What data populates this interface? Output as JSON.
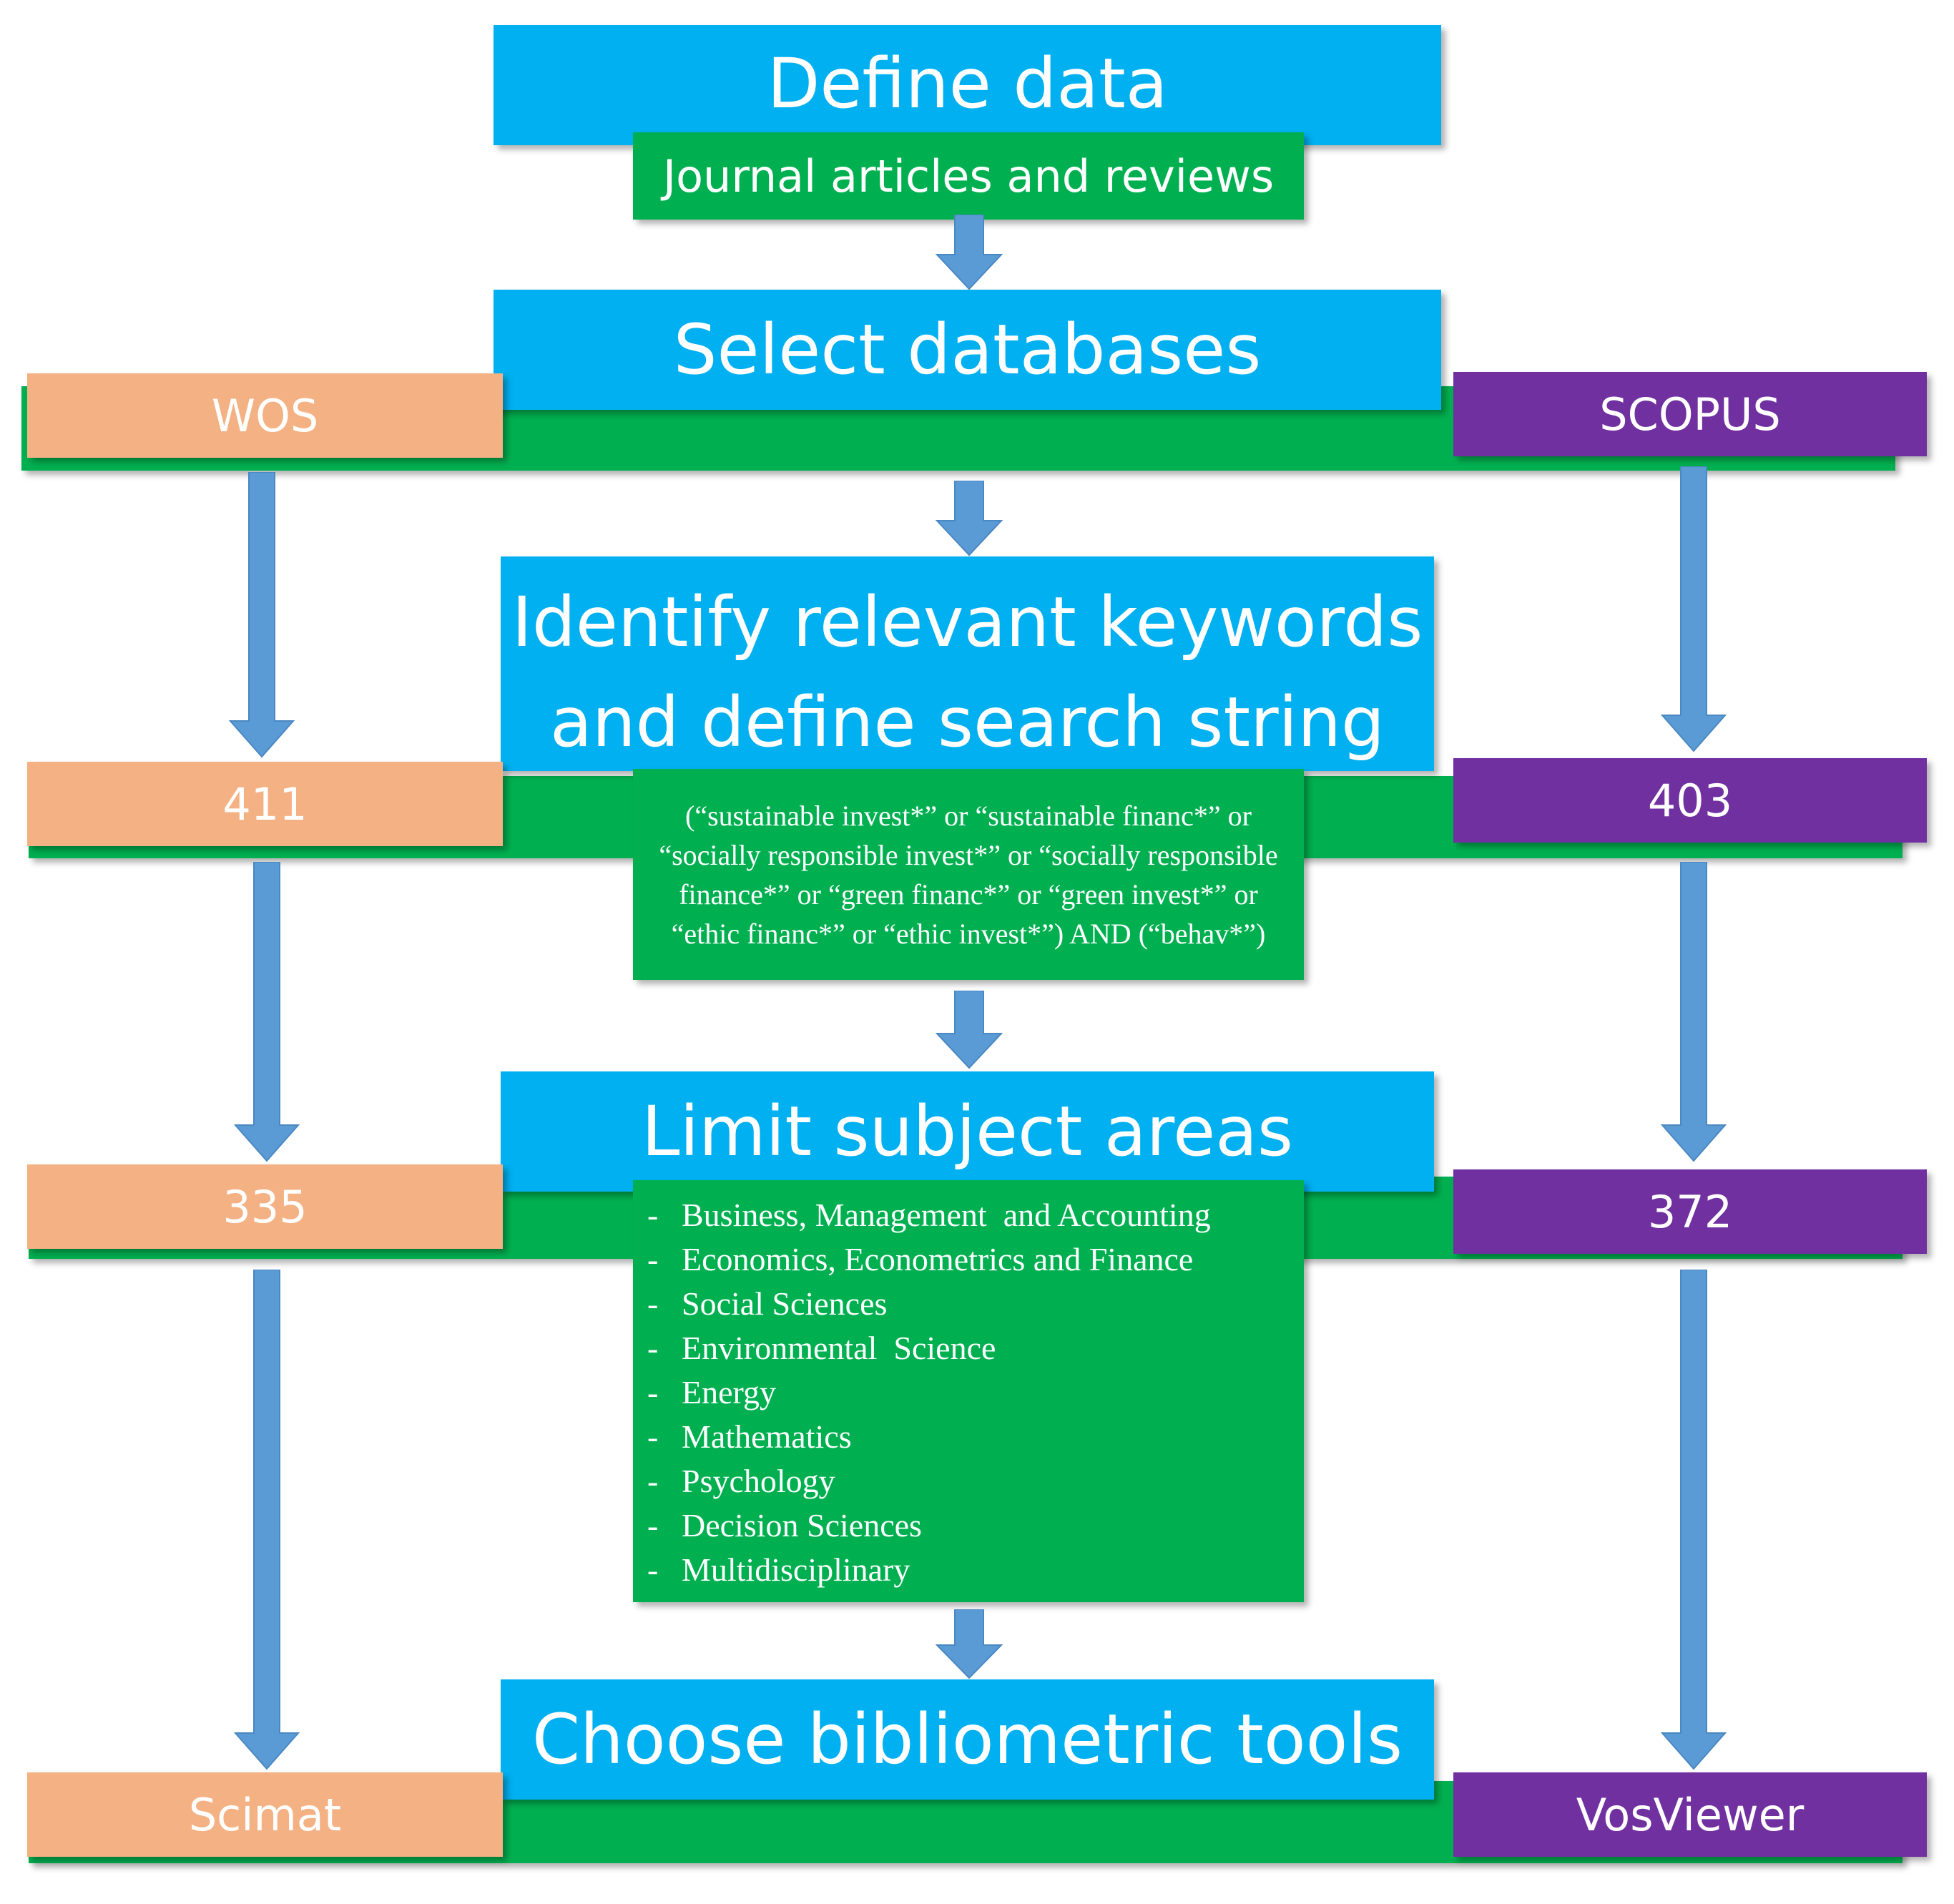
{
  "steps": {
    "define_data": {
      "title": "Define data",
      "sub": "Journal articles and reviews"
    },
    "select_databases": {
      "title": "Select databases"
    },
    "identify_keywords": {
      "title_line1": "Identify relevant keywords",
      "title_line2": "and define search string",
      "search_string": "(“sustainable invest*” or “sustainable financ*” or “socially responsible invest*” or “socially responsible finance*” or “green financ*” or “green invest*” or “ethic financ*” or “ethic invest*”) AND (“behav*”)"
    },
    "limit_subjects": {
      "title": "Limit subject areas",
      "items": [
        "Business, Management  and Accounting",
        "Economics, Econometrics and Finance",
        "Social Sciences",
        "Environmental  Science",
        "Energy",
        "Mathematics",
        "Psychology",
        "Decision Sciences",
        "Multidisciplinary"
      ],
      "bullet": "-"
    },
    "choose_tools": {
      "title": "Choose bibliometric tools"
    }
  },
  "wos": {
    "name": "WOS",
    "after_search": "411",
    "after_limit": "335",
    "tool": "Scimat"
  },
  "scopus": {
    "name": "SCOPUS",
    "after_search": "403",
    "after_limit": "372",
    "tool": "VosViewer"
  },
  "colors": {
    "step_blue": "#00b0f0",
    "detail_green": "#00b050",
    "wos_orange": "#f4b183",
    "scopus_purple": "#7030a0",
    "arrow_blue": "#5b9bd5"
  }
}
